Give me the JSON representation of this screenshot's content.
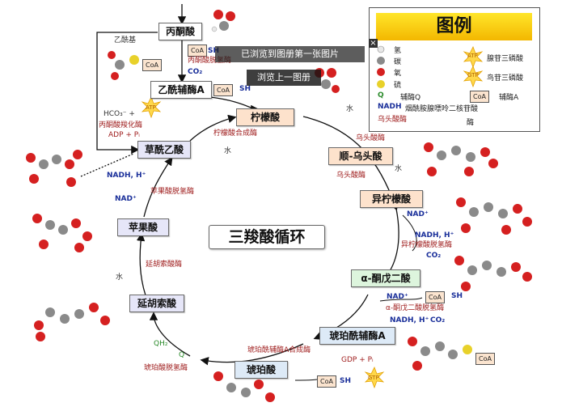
{
  "title": "三羧酸循环",
  "legend": {
    "title": "图例",
    "hydrogen": "氢",
    "carbon": "碳",
    "oxygen": "氧",
    "sulfur": "硫",
    "q_symbol": "Q",
    "q_text": "辅酶Q",
    "nadh_symbol": "NADH",
    "nadh_text": "烟酰胺腺嘌呤二核苷酸",
    "coa_symbol": "CoA",
    "coa_text": "辅酶A",
    "aconitase": "乌头酸酶",
    "atp": "ATP",
    "atp_text": "腺苷三磷酸",
    "gtp": "GTP",
    "gtp_text": "鸟苷三磷酸",
    "enzyme_suffix": "酶",
    "colors": {
      "hydrogen": "#e8e8e8",
      "carbon": "#8a8a8a",
      "oxygen": "#d52020",
      "sulfur": "#e8d12a"
    }
  },
  "nodes": {
    "pyruvate": "丙酮酸",
    "acetyl_coa": "乙酰辅酶A",
    "citrate": "柠檬酸",
    "cis_aconitate": "顺-乌头酸",
    "isocitrate": "异柠檬酸",
    "alpha_kg": "α-酮戊二酸",
    "succinyl_coa": "琥珀酰辅酶A",
    "succinate": "琥珀酸",
    "fumarate": "延胡索酸",
    "malate": "苹果酸",
    "oxaloacetate": "草酰乙酸"
  },
  "labels": {
    "acetyl_group": "乙酰基",
    "coa": "CoA",
    "sh": "SH",
    "co2": "CO₂",
    "nadh": "NADH, H⁺",
    "nad": "NAD⁺",
    "pdh": "丙酮酸脱氢酶",
    "hco3": "HCO₃⁻ +",
    "atp": "ATP",
    "gtp": "GTP",
    "pyr_carboxylase": "丙酮酸羧化酶",
    "adp": "ADP + Pᵢ",
    "gdp": "GDP + Pᵢ",
    "citrate_synthase": "柠檬酸合成酶",
    "water": "水",
    "aconitase": "乌头酸酶",
    "idh": "异柠檬酸脱氢酶",
    "akgdh": "α-酮戊二酸脱氢酶",
    "scs": "琥珀酰辅酶A合成酶",
    "sdh": "琥珀酸脱氢酶",
    "qh2": "QH₂",
    "q": "Q",
    "fumarase": "延胡索酸酶",
    "mdh": "苹果酸脱氢酶"
  },
  "overlay": {
    "tip": "已浏览到图册第一张图片",
    "button": "浏览上一图册"
  }
}
